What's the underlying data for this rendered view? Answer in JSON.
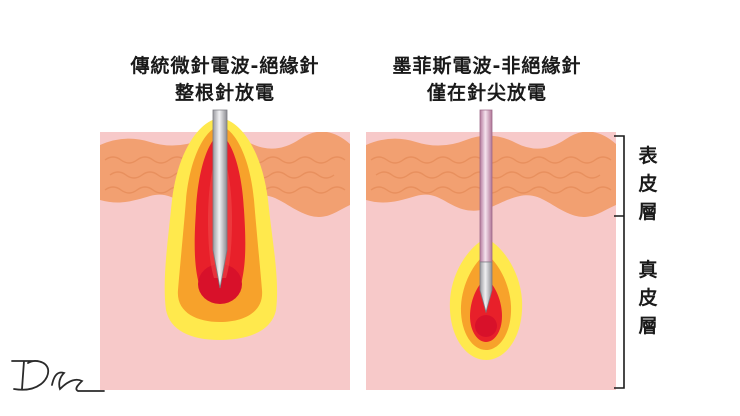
{
  "left_panel": {
    "caption_line1": "傳統微針電波-絕緣針",
    "caption_line2": "整根針放電"
  },
  "right_panel": {
    "caption_line1": "墨菲斯電波-非絕緣針",
    "caption_line2": "僅在針尖放電"
  },
  "labels": {
    "epidermis": [
      "表",
      "皮",
      "層"
    ],
    "dermis": [
      "真",
      "皮",
      "層"
    ]
  },
  "colors": {
    "dermis": "#f7c9c9",
    "epidermis": "#f2a071",
    "epidermis_texture": "#e58c5a",
    "zone_yellow": "#ffe94d",
    "zone_orange": "#f7a22b",
    "zone_red": "#e8202a",
    "zone_core": "#d8112a",
    "needle_grey": "#c8c8cc",
    "needle_pink": "#d9a8c5"
  },
  "icons": {
    "logo": "dr-signature-logo"
  }
}
